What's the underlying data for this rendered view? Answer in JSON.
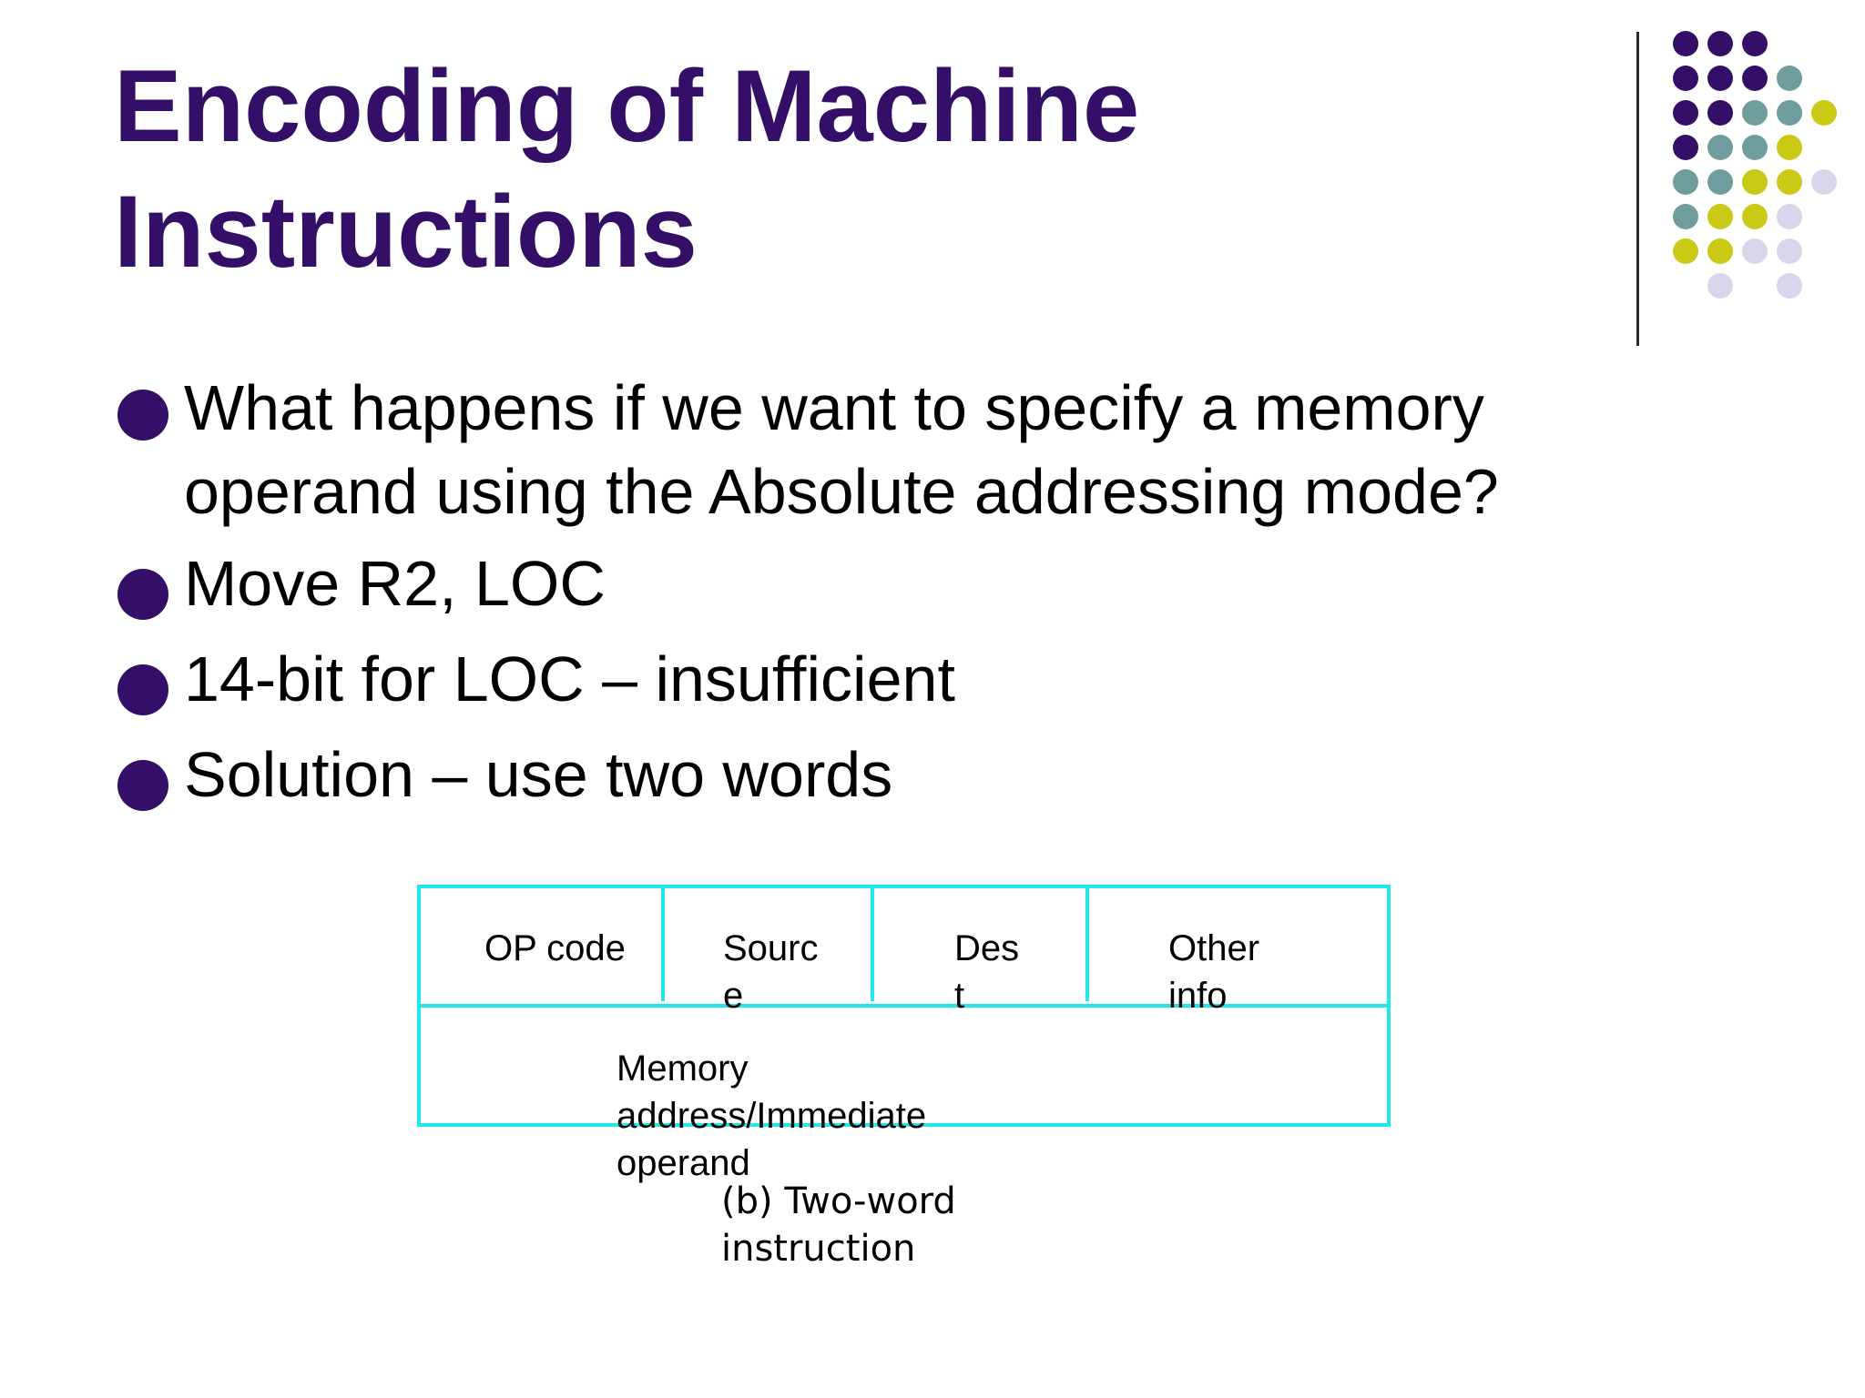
{
  "slide": {
    "title_line1": "Encoding of Machine",
    "title_line2": "Instructions",
    "bullets": [
      {
        "line1": "What happens if we want to specify a memory",
        "line2": "operand using the Absolute addressing mode?"
      },
      {
        "line1": "Move  R2, LOC"
      },
      {
        "line1": "14-bit for LOC – insufficient"
      },
      {
        "line1": "Solution – use two words"
      }
    ]
  },
  "diagram": {
    "word1_fields": [
      "OP code",
      "Sourc\ne",
      "Des\nt",
      "Other\ninfo"
    ],
    "word2_label": "Memory address/Immediate\noperand",
    "caption": "(b) Two-word instruction"
  },
  "colors": {
    "title": "#330f68",
    "bullet": "#330f68",
    "box_border": "#22e8ea",
    "dot_purple": "#330f68",
    "dot_teal": "#6f9c9c",
    "dot_yellow": "#c9c916",
    "dot_lavender": "#d9d6ec"
  }
}
